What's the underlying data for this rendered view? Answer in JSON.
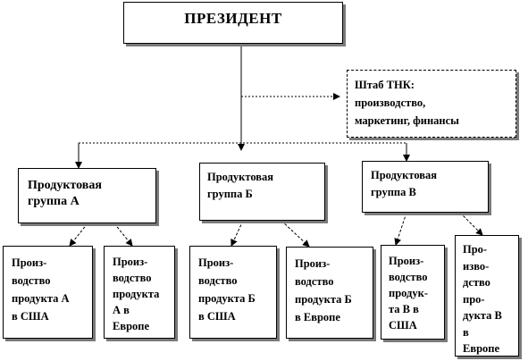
{
  "president": {
    "label": "ПРЕЗИДЕНТ"
  },
  "staff": {
    "label": "Штаб ТНК:\nпроизводство,\nмаркетинг, финансы"
  },
  "groups": [
    {
      "label": "Продуктовая\nгруппа А"
    },
    {
      "label": "Продуктовая\nгруппа Б"
    },
    {
      "label": "Продуктовая\nгруппа В"
    }
  ],
  "units": [
    {
      "label": "Произ-\nводство\nпродукта А\nв США"
    },
    {
      "label": "Произ-\nводство\nпродукта\nА в\nЕвропе"
    },
    {
      "label": "Произ-\nводство\nпродукта Б\nв США"
    },
    {
      "label": "Произ-\nводство\nпродукта Б\nв Европе"
    },
    {
      "label": "Произ-\nводство\nпродук-\nта В в\nСША"
    },
    {
      "label": "Про-\nизво-\nдство\nпро-\nдукта В\nв\nЕвропе"
    }
  ]
}
